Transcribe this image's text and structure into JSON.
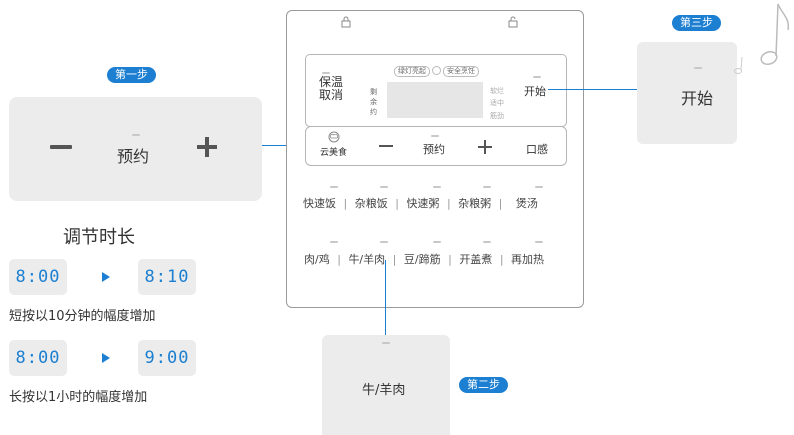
{
  "steps": {
    "step1": "第一步",
    "step2": "第二步",
    "step3": "第三步"
  },
  "step1_box": {
    "label": "预约"
  },
  "adjust_title": "调节时长",
  "short_press": {
    "from": "8:00",
    "to": "8:10",
    "text": "短按以10分钟的幅度增加"
  },
  "long_press": {
    "from": "8:00",
    "to": "9:00",
    "text": "长按以1小时的幅度增加"
  },
  "panel": {
    "warm_cancel_line1": "保温",
    "warm_cancel_line2": "取消",
    "remain_line1": "剩",
    "remain_line2": "余",
    "remain_line3": "约",
    "light_label": "绿灯亮起",
    "safe_label": "安全烹饪",
    "soft": "软烂",
    "medium": "适中",
    "firm": "筋劲",
    "start": "开始",
    "cloud": "云美食",
    "reserve": "预约",
    "texture": "口感",
    "row1": [
      "快速饭",
      "杂粮饭",
      "快速粥",
      "杂粮粥",
      "煲汤"
    ],
    "row2": [
      "肉/鸡",
      "牛/羊肉",
      "豆/蹄筋",
      "开盖煮",
      "再加热"
    ]
  },
  "step2_box": {
    "label": "牛/羊肉"
  },
  "step3_box": {
    "label": "开始"
  },
  "colors": {
    "accent": "#1c7fd1",
    "box_bg": "#ececec"
  }
}
